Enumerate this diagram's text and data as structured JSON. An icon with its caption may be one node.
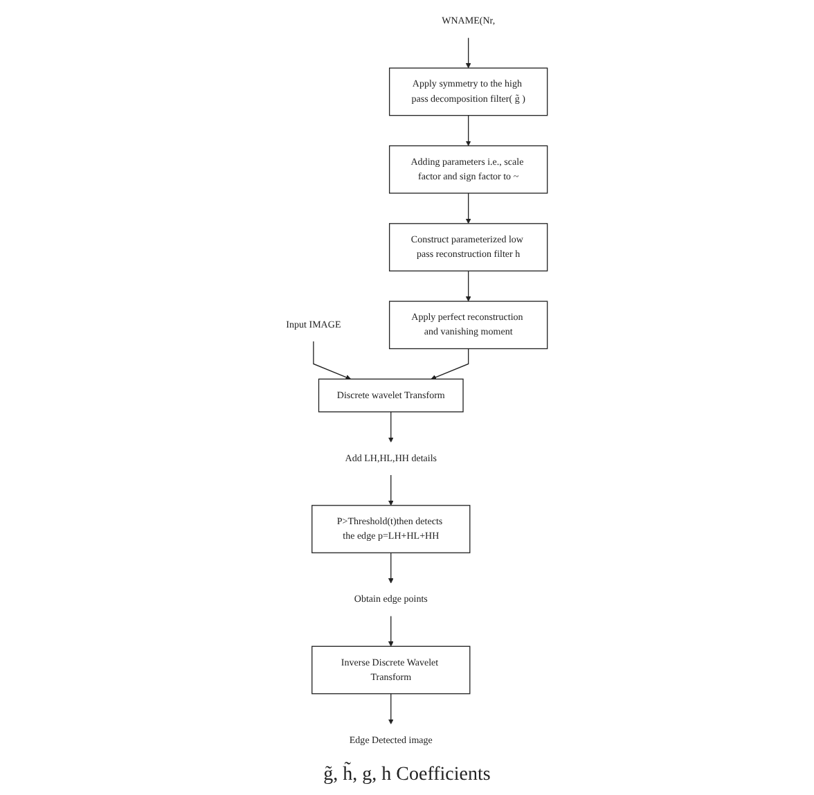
{
  "diagram": {
    "nodes": [
      {
        "text": [
          "Input IMAGE"
        ]
      },
      {
        "text": [
          "Discrete wavelet Transform"
        ]
      },
      {
        "text": [
          "Add LH,HL,HH details"
        ]
      },
      {
        "text": [
          "P>Threshold(t)then detects the edge p=LH+HL+HH"
        ]
      },
      {
        "text": [
          "Obtain edge points"
        ]
      },
      {
        "text": [
          "Inverse Discrete Wavelet Transform"
        ]
      },
      {
        "text": [
          "Edge Detected image"
        ]
      },
      {
        "text": [
          "WNAME(Nr,"
        ]
      },
      {
        "text": [
          "Apply symmetry to the high pass decomposition filter( g̃ )"
        ]
      },
      {
        "text": [
          "Adding parameters i.e., scale factor and sign factor to ~"
        ]
      },
      {
        "text": [
          "Construct parameterized low pass reconstruction filter h"
        ]
      },
      {
        "text": [
          "Apply perfect reconstruction and vanishing moment"
        ]
      }
    ],
    "edges": [
      {
        "from": 0,
        "to": 1,
        "arrow": "to"
      },
      {
        "from": 1,
        "to": 2,
        "arrow": "to"
      },
      {
        "from": 2,
        "to": 3,
        "arrow": "to"
      },
      {
        "from": 3,
        "to": 4,
        "arrow": "to"
      },
      {
        "from": 4,
        "to": 5,
        "arrow": "to"
      },
      {
        "from": 5,
        "to": 6,
        "arrow": "to"
      },
      {
        "from": 7,
        "to": 8,
        "arrow": "to"
      },
      {
        "from": 8,
        "to": 9,
        "arrow": "to"
      },
      {
        "from": 9,
        "to": 10,
        "arrow": "to"
      },
      {
        "from": 10,
        "to": 11,
        "arrow": "to"
      },
      {
        "from": 11,
        "to": 1,
        "arrow": "to"
      }
    ],
    "labels": [
      "g̃, h̃, g, h Coefficients"
    ]
  }
}
